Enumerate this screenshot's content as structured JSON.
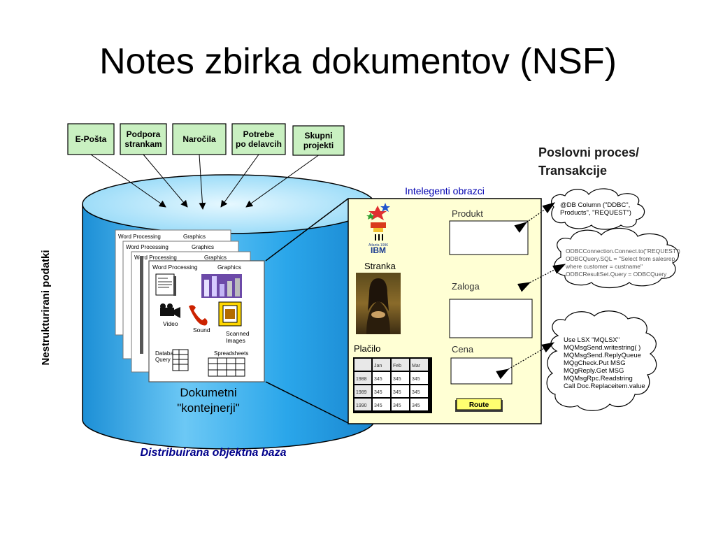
{
  "title": "Notes zbirka dokumentov (NSF)",
  "sources": [
    "E-Pošta",
    "Podpora|strankam",
    "Naročila",
    "Potrebe|po delavcih",
    "Skupni|projekti"
  ],
  "left_vertical_label": "Nestrukturirani podatki",
  "db_caption": "Distribuirana objektna baza",
  "doc_stack": {
    "word_processing": "Word Processing",
    "graphics": "Graphics",
    "video": "Video",
    "sound": "Sound",
    "scanned_images": "Scanned|Images",
    "database_query": "Database|Query",
    "spreadsheets": "Spreadsheets",
    "caption": "Dokumetni|\"kontejnerji\""
  },
  "form": {
    "title": "Intelegenti obrazci",
    "stranka": "Stranka",
    "produkt": "Produkt",
    "zaloga": "Zaloga",
    "cena": "Cena",
    "placilo": "Plačilo",
    "route_button": "Route",
    "ibm_small": "Atlanta 1996",
    "ibm": "IBM",
    "table": {
      "headers": [
        "",
        "Jan",
        "Feb",
        "Mar"
      ],
      "rows": [
        [
          "1988",
          "345",
          "345",
          "345"
        ],
        [
          "1989",
          "345",
          "345",
          "345"
        ],
        [
          "1990",
          "345",
          "345",
          "345"
        ]
      ]
    }
  },
  "process_label": "Poslovni proces/|Transakcije",
  "clouds": {
    "c1": [
      "@DB Column (\"DDBC\",",
      "Products\", \"REQUEST\")"
    ],
    "c2": [
      "ODBCConnection.Connect.to(\"REQUEST\")",
      "ODBCQuery.SQL = \"Select from salesrep",
      "where customer = custname\"",
      "ODBCResultSet.Query = ODBCQuery"
    ],
    "c3": [
      "Use LSX \"MQLSX\"",
      "MQMsgSend.writestring( )",
      "MQMsgSend.ReplyQueue",
      "MQgCheck.Put MSG",
      "MQgReply.Get MSG",
      "MQMsgRpc.Readstring",
      "Call Doc.Replaceitem.value"
    ]
  },
  "colors": {
    "source_box": "#c9f0c1",
    "cylinder_top": "#aee4fb",
    "cylinder_side": "#2aa6ea",
    "form_bg": "#ffffd4",
    "caption_blue": "#00008b"
  }
}
